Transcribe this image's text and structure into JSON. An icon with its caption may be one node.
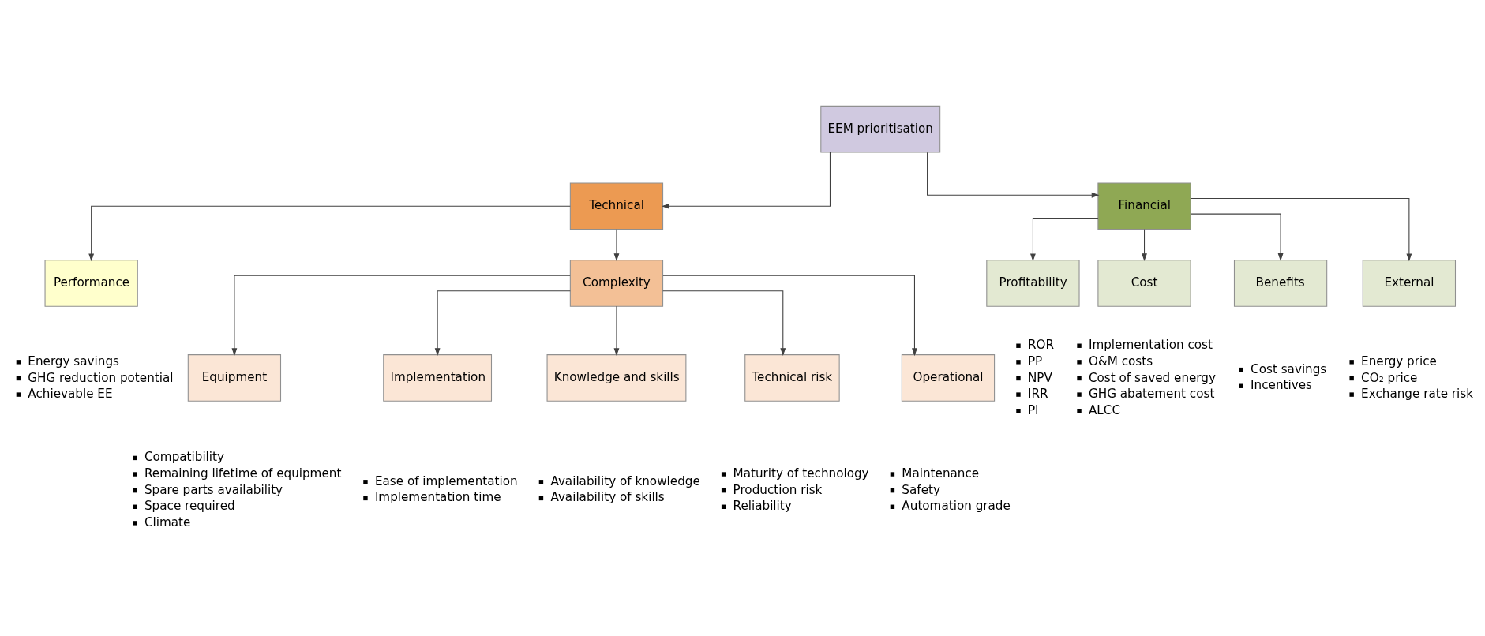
{
  "diagram": {
    "nodes": [
      {
        "text": [
          "EEM prioritisation"
        ]
      },
      {
        "text": [
          "Technical"
        ]
      },
      {
        "text": [
          "Financial"
        ]
      },
      {
        "text": [
          "Performance"
        ],
        "beside": [
          "Energy savings",
          "GHG reduction potential",
          "Achievable EE"
        ]
      },
      {
        "text": [
          "Complexity"
        ]
      },
      {
        "text": [
          "Profitability"
        ],
        "beside": [
          "ROR",
          "PP",
          "NPV",
          "IRR",
          "PI"
        ]
      },
      {
        "text": [
          "Cost"
        ],
        "beside": [
          "Implementation cost",
          "O&M costs",
          "Cost of saved energy",
          "GHG abatement cost",
          "ALCC"
        ]
      },
      {
        "text": [
          "Benefits"
        ],
        "beside": [
          "Cost savings",
          "Incentives"
        ]
      },
      {
        "text": [
          "External"
        ],
        "beside": [
          "Energy price",
          "CO₂ price",
          "Exchange rate risk"
        ]
      },
      {
        "text": [
          "Equipment"
        ],
        "beside": [
          "Compatibility",
          "Remaining lifetime of equipment",
          "Spare parts availability",
          "Space required",
          "Climate"
        ]
      },
      {
        "text": [
          "Implementation"
        ],
        "beside": [
          "Ease of implementation",
          "Implementation time"
        ]
      },
      {
        "text": [
          "Knowledge and skills"
        ],
        "beside": [
          "Availability of knowledge",
          "Availability of skills"
        ]
      },
      {
        "text": [
          "Technical risk"
        ],
        "beside": [
          "Maturity of technology",
          "Production risk",
          "Reliability"
        ]
      },
      {
        "text": [
          "Operational"
        ],
        "beside": [
          "Maintenance",
          "Safety",
          "Automation grade"
        ]
      }
    ],
    "edges": [
      {
        "from": 0,
        "to": 1,
        "arrow": "to"
      },
      {
        "from": 0,
        "to": 2,
        "arrow": "to"
      },
      {
        "from": 1,
        "to": 3,
        "arrow": "to"
      },
      {
        "from": 1,
        "to": 4,
        "arrow": "to"
      },
      {
        "from": 2,
        "to": 5,
        "arrow": "to"
      },
      {
        "from": 2,
        "to": 6,
        "arrow": "to"
      },
      {
        "from": 2,
        "to": 7,
        "arrow": "to"
      },
      {
        "from": 2,
        "to": 8,
        "arrow": "to"
      },
      {
        "from": 4,
        "to": 9,
        "arrow": "to"
      },
      {
        "from": 4,
        "to": 10,
        "arrow": "to"
      },
      {
        "from": 4,
        "to": 11,
        "arrow": "to"
      },
      {
        "from": 4,
        "to": 12,
        "arrow": "to"
      },
      {
        "from": 4,
        "to": 13,
        "arrow": "to"
      }
    ]
  }
}
